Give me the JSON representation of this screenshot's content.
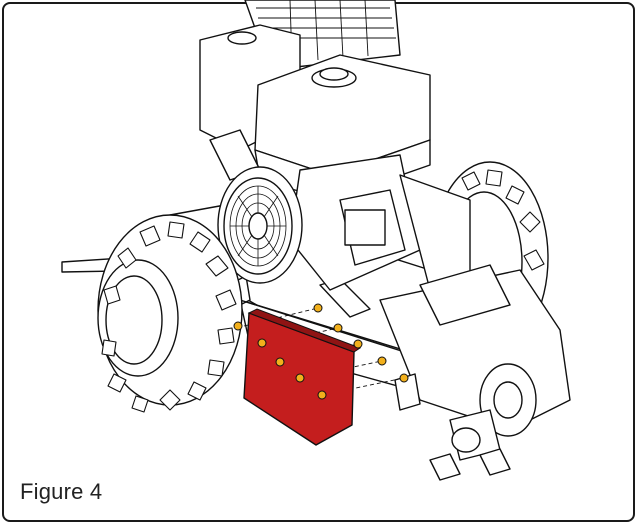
{
  "figure": {
    "caption": "Figure 4"
  },
  "colors": {
    "line": "#111111",
    "guard_fill": "#c41e1e",
    "fastener_fill": "#f2b01c",
    "tire_fill": "#ffffff",
    "background": "#ffffff"
  },
  "icons": {
    "machine": "stump-grinder-illustration",
    "guard": "red-side-guard-panel",
    "fasteners": "yellow-bolts"
  }
}
